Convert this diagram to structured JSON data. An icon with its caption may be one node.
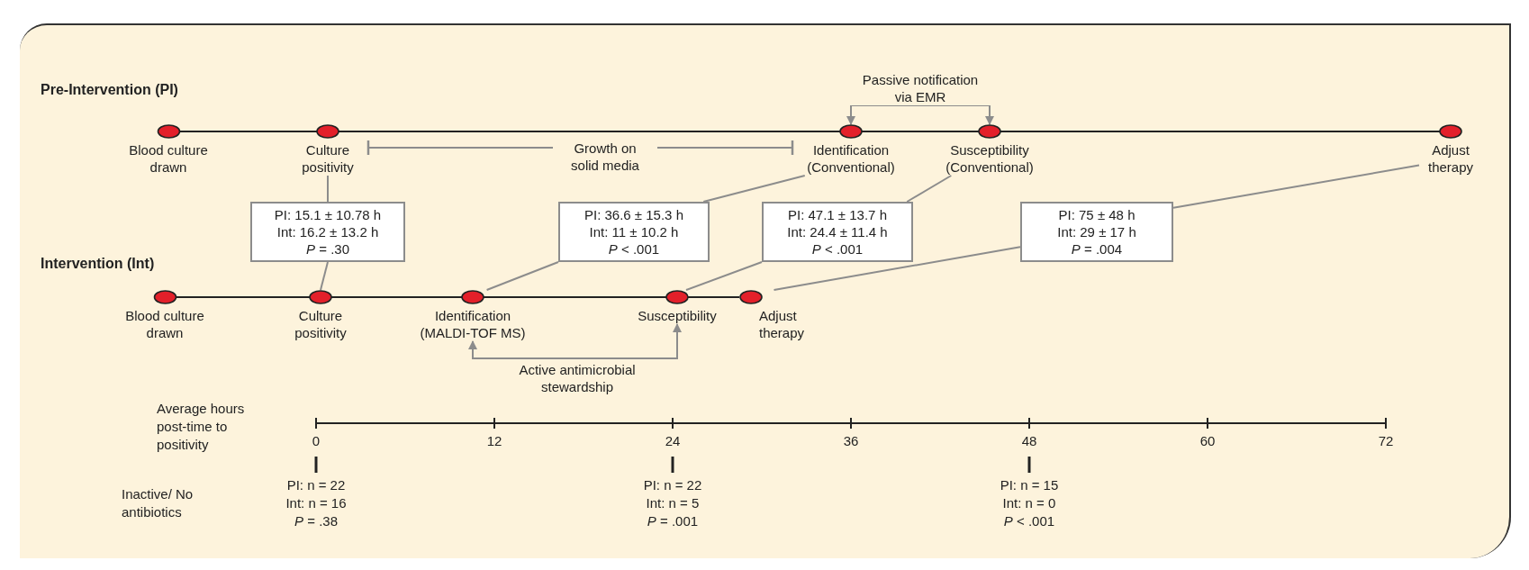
{
  "diagram": {
    "nodes": [
      {
        "text": [
          "Blood culture drawn"
        ]
      },
      {
        "text": [
          "Culture positivity"
        ]
      },
      {
        "text": [
          "Identification (Conventional)"
        ]
      },
      {
        "text": [
          "Susceptibility (Conventional)"
        ]
      },
      {
        "text": [
          "Adjust therapy"
        ]
      },
      {
        "text": [
          "PI: 15.1 ± 10.78 h",
          "Int: 16.2 ± 13.2 h",
          "*P* = .30"
        ]
      },
      {
        "text": [
          "PI: 36.6 ± 15.3 h",
          "Int: 11 ± 10.2 h",
          "*P* < .001"
        ]
      },
      {
        "text": [
          "PI: 47.1 ± 13.7 h",
          "Int: 24.4 ± 11.4 h",
          "*P* < .001"
        ]
      },
      {
        "text": [
          "PI: 75 ± 48 h",
          "Int: 29 ± 17 h",
          "*P* = .004"
        ]
      },
      {
        "text": [
          "Blood culture drawn"
        ]
      },
      {
        "text": [
          "Culture positivity"
        ]
      },
      {
        "text": [
          "Identification (MALDI-TOF MS)"
        ]
      },
      {
        "text": [
          "Susceptibility"
        ]
      },
      {
        "text": [
          "Adjust therapy"
        ]
      }
    ],
    "edges": [
      {
        "from": 2,
        "to": 3,
        "arrow": "both",
        "label": "Passive notification via EMR"
      },
      {
        "from": 1,
        "to": 2,
        "arrow": "other",
        "label": "Growth on solid media"
      },
      {
        "from": 5,
        "to": 1,
        "arrow": "none"
      },
      {
        "from": 6,
        "to": 2,
        "arrow": "none"
      },
      {
        "from": 7,
        "to": 3,
        "arrow": "none"
      },
      {
        "from": 8,
        "to": 4,
        "arrow": "none"
      },
      {
        "from": 5,
        "to": 10,
        "arrow": "none"
      },
      {
        "from": 6,
        "to": 11,
        "arrow": "none"
      },
      {
        "from": 7,
        "to": 12,
        "arrow": "none"
      },
      {
        "from": 8,
        "to": 13,
        "arrow": "none"
      },
      {
        "from": 11,
        "to": 12,
        "arrow": "both",
        "label": "Active antimicrobial stewardship"
      },
      {
        "from": 0,
        "to": 1,
        "arrow": "none",
        "color": "#222222"
      },
      {
        "from": 1,
        "to": 2,
        "arrow": "none",
        "color": "#222222"
      },
      {
        "from": 2,
        "to": 3,
        "arrow": "none",
        "color": "#222222"
      },
      {
        "from": 3,
        "to": 4,
        "arrow": "none",
        "color": "#222222"
      },
      {
        "from": 9,
        "to": 10,
        "arrow": "none",
        "color": "#222222"
      },
      {
        "from": 10,
        "to": 11,
        "arrow": "none",
        "color": "#222222"
      },
      {
        "from": 11,
        "to": 12,
        "arrow": "none",
        "color": "#222222"
      },
      {
        "from": 12,
        "to": 13,
        "arrow": "none",
        "color": "#222222"
      }
    ],
    "labels": [
      "Pre-Intervention (PI)",
      "Intervention (Int)",
      "Average hours post-time to positivity",
      "0",
      "12",
      "24",
      "36",
      "48",
      "60",
      "72",
      "Inactive/ No antibiotics",
      "PI: n = 22",
      "Int: n = 16",
      "*P* = .38",
      "PI: n = 22",
      "Int: n = 5",
      "*P* = .001",
      "PI: n = 15",
      "Int: n = 0",
      "*P* < .001"
    ]
  }
}
